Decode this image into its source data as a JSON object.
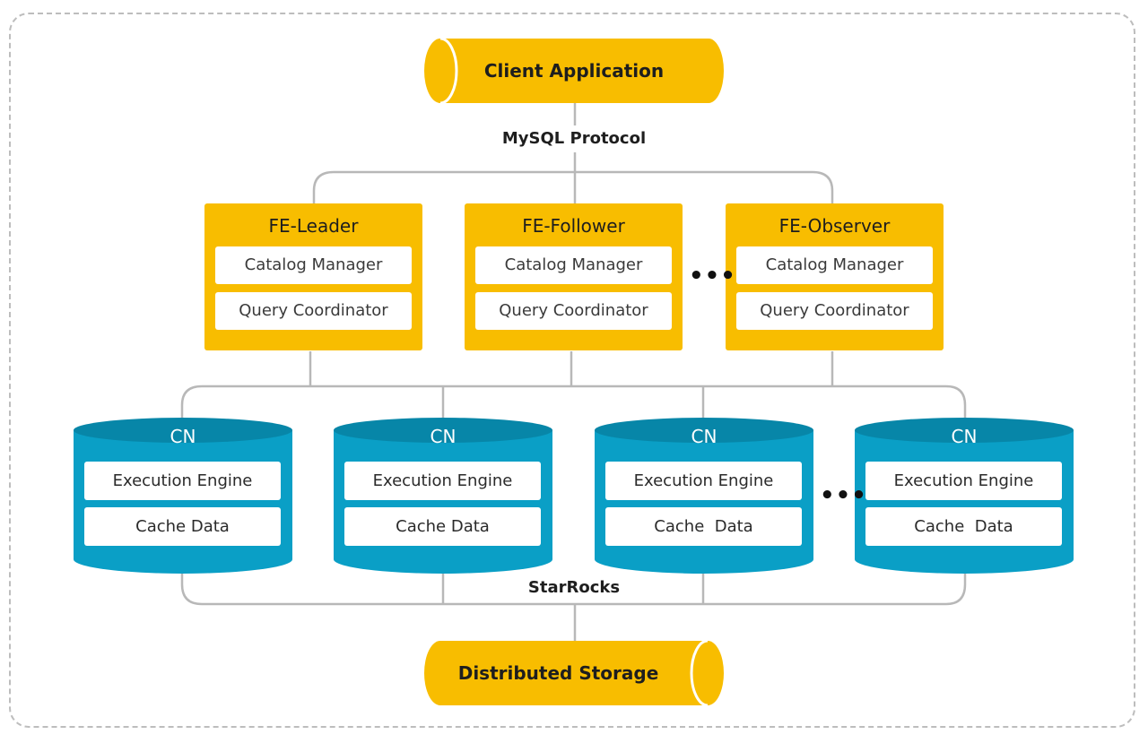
{
  "client": {
    "label": "Client Application"
  },
  "protocol": {
    "label": "MySQL Protocol"
  },
  "frontends": [
    {
      "title": "FE-Leader",
      "catalog": "Catalog Manager",
      "query": "Query Coordinator"
    },
    {
      "title": "FE-Follower",
      "catalog": "Catalog Manager",
      "query": "Query Coordinator"
    },
    {
      "title": "FE-Observer",
      "catalog": "Catalog Manager",
      "query": "Query Coordinator"
    }
  ],
  "compute_nodes": [
    {
      "title": "CN",
      "engine": "Execution Engine",
      "cache": "Cache Data"
    },
    {
      "title": "CN",
      "engine": "Execution Engine",
      "cache": "Cache Data"
    },
    {
      "title": "CN",
      "engine": "Execution Engine",
      "cache": "Cache  Data"
    },
    {
      "title": "CN",
      "engine": "Execution Engine",
      "cache": "Cache  Data"
    }
  ],
  "ellipsis": "•••",
  "cluster": {
    "label": "StarRocks"
  },
  "storage": {
    "label": "Distributed Storage"
  },
  "colors": {
    "fe_yellow": "#f8bd00",
    "cn_teal": "#0a9fc6",
    "cn_dark": "#0786a8",
    "line_gray": "#b8b8b8"
  }
}
